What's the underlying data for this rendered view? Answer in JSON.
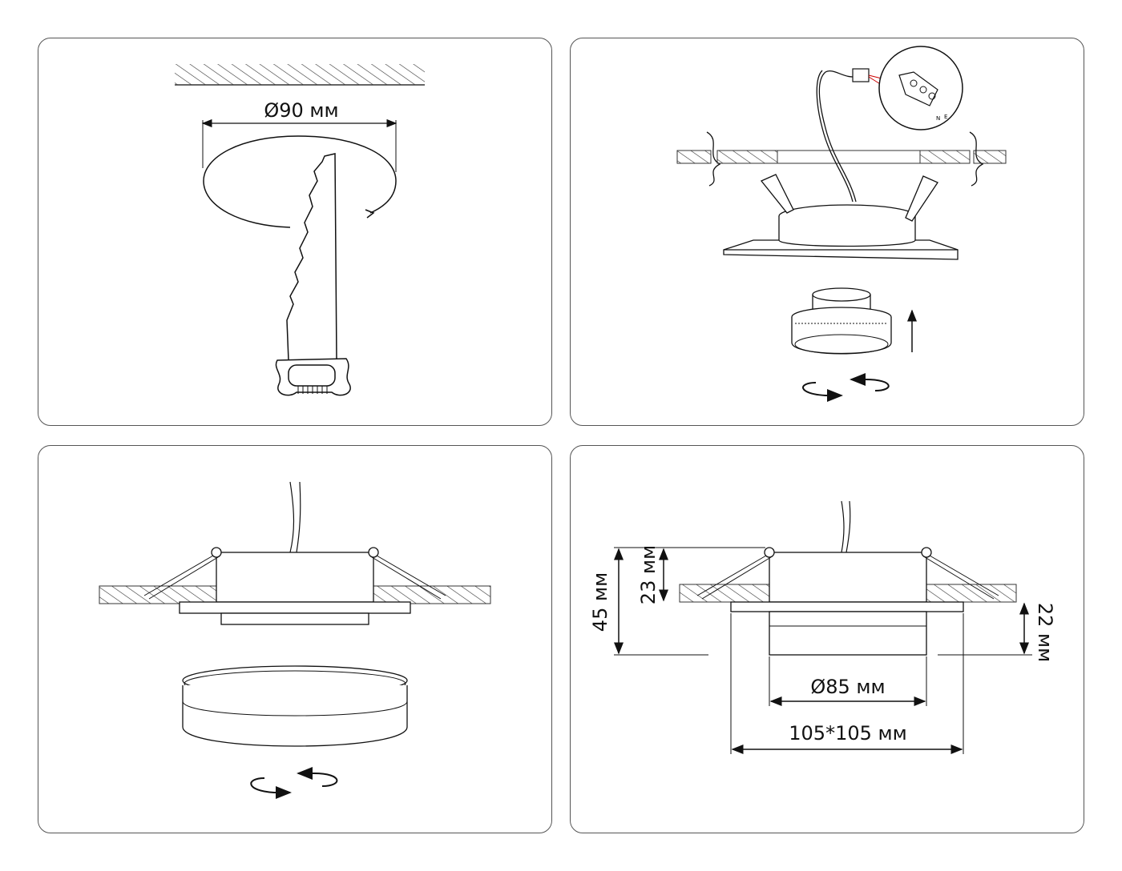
{
  "panels": [
    {
      "id": "cutout",
      "labels": {
        "diameter": "Ø90 мм"
      }
    },
    {
      "id": "wiring",
      "labels": {
        "n": "N",
        "e": "E"
      }
    },
    {
      "id": "insert",
      "labels": {}
    },
    {
      "id": "dimensions",
      "labels": {
        "total_height": "45 мм",
        "top_height": "23 мм",
        "bottom_height": "22 мм",
        "inner_diameter": "Ø85 мм",
        "frame_size": "105*105 мм"
      }
    }
  ]
}
